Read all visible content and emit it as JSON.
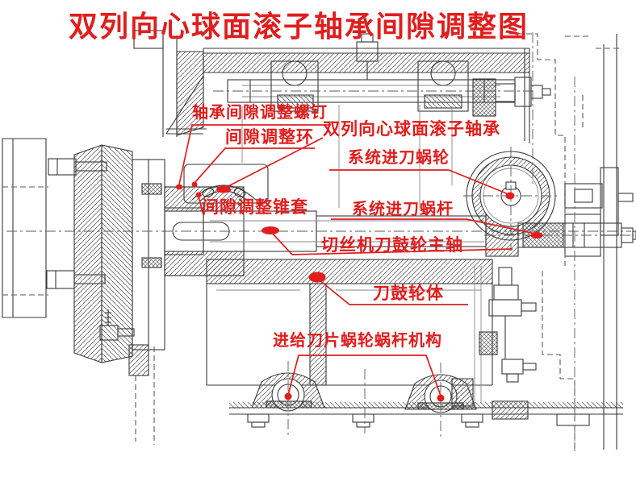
{
  "title": "双列向心球面滚子轴承间隙调整图",
  "colors": {
    "accent_red": "#e11d1d",
    "line_color": "#3a3a3a",
    "background": "#ffffff"
  },
  "labels": [
    {
      "id": "bearing-adjust-screw",
      "text": "轴承间隙调整螺钉"
    },
    {
      "id": "clearance-adjust-ring",
      "text": "间隙调整环"
    },
    {
      "id": "double-row-bearing",
      "text": "双列向心球面滚子轴承"
    },
    {
      "id": "system-feed-worm-wheel",
      "text": "系统进刀蜗轮"
    },
    {
      "id": "clearance-adjust-taper-sleeve",
      "text": "间隙调整锥套"
    },
    {
      "id": "system-feed-worm-shaft",
      "text": "系统进刀蜗杆"
    },
    {
      "id": "knife-drum-main-shaft",
      "text": "切丝机刀鼓轮主轴"
    },
    {
      "id": "knife-drum-body",
      "text": "刀鼓轮体"
    },
    {
      "id": "feed-blade-worm-gear-mechanism",
      "text": "进给刀片蜗轮蜗杆机构"
    }
  ]
}
